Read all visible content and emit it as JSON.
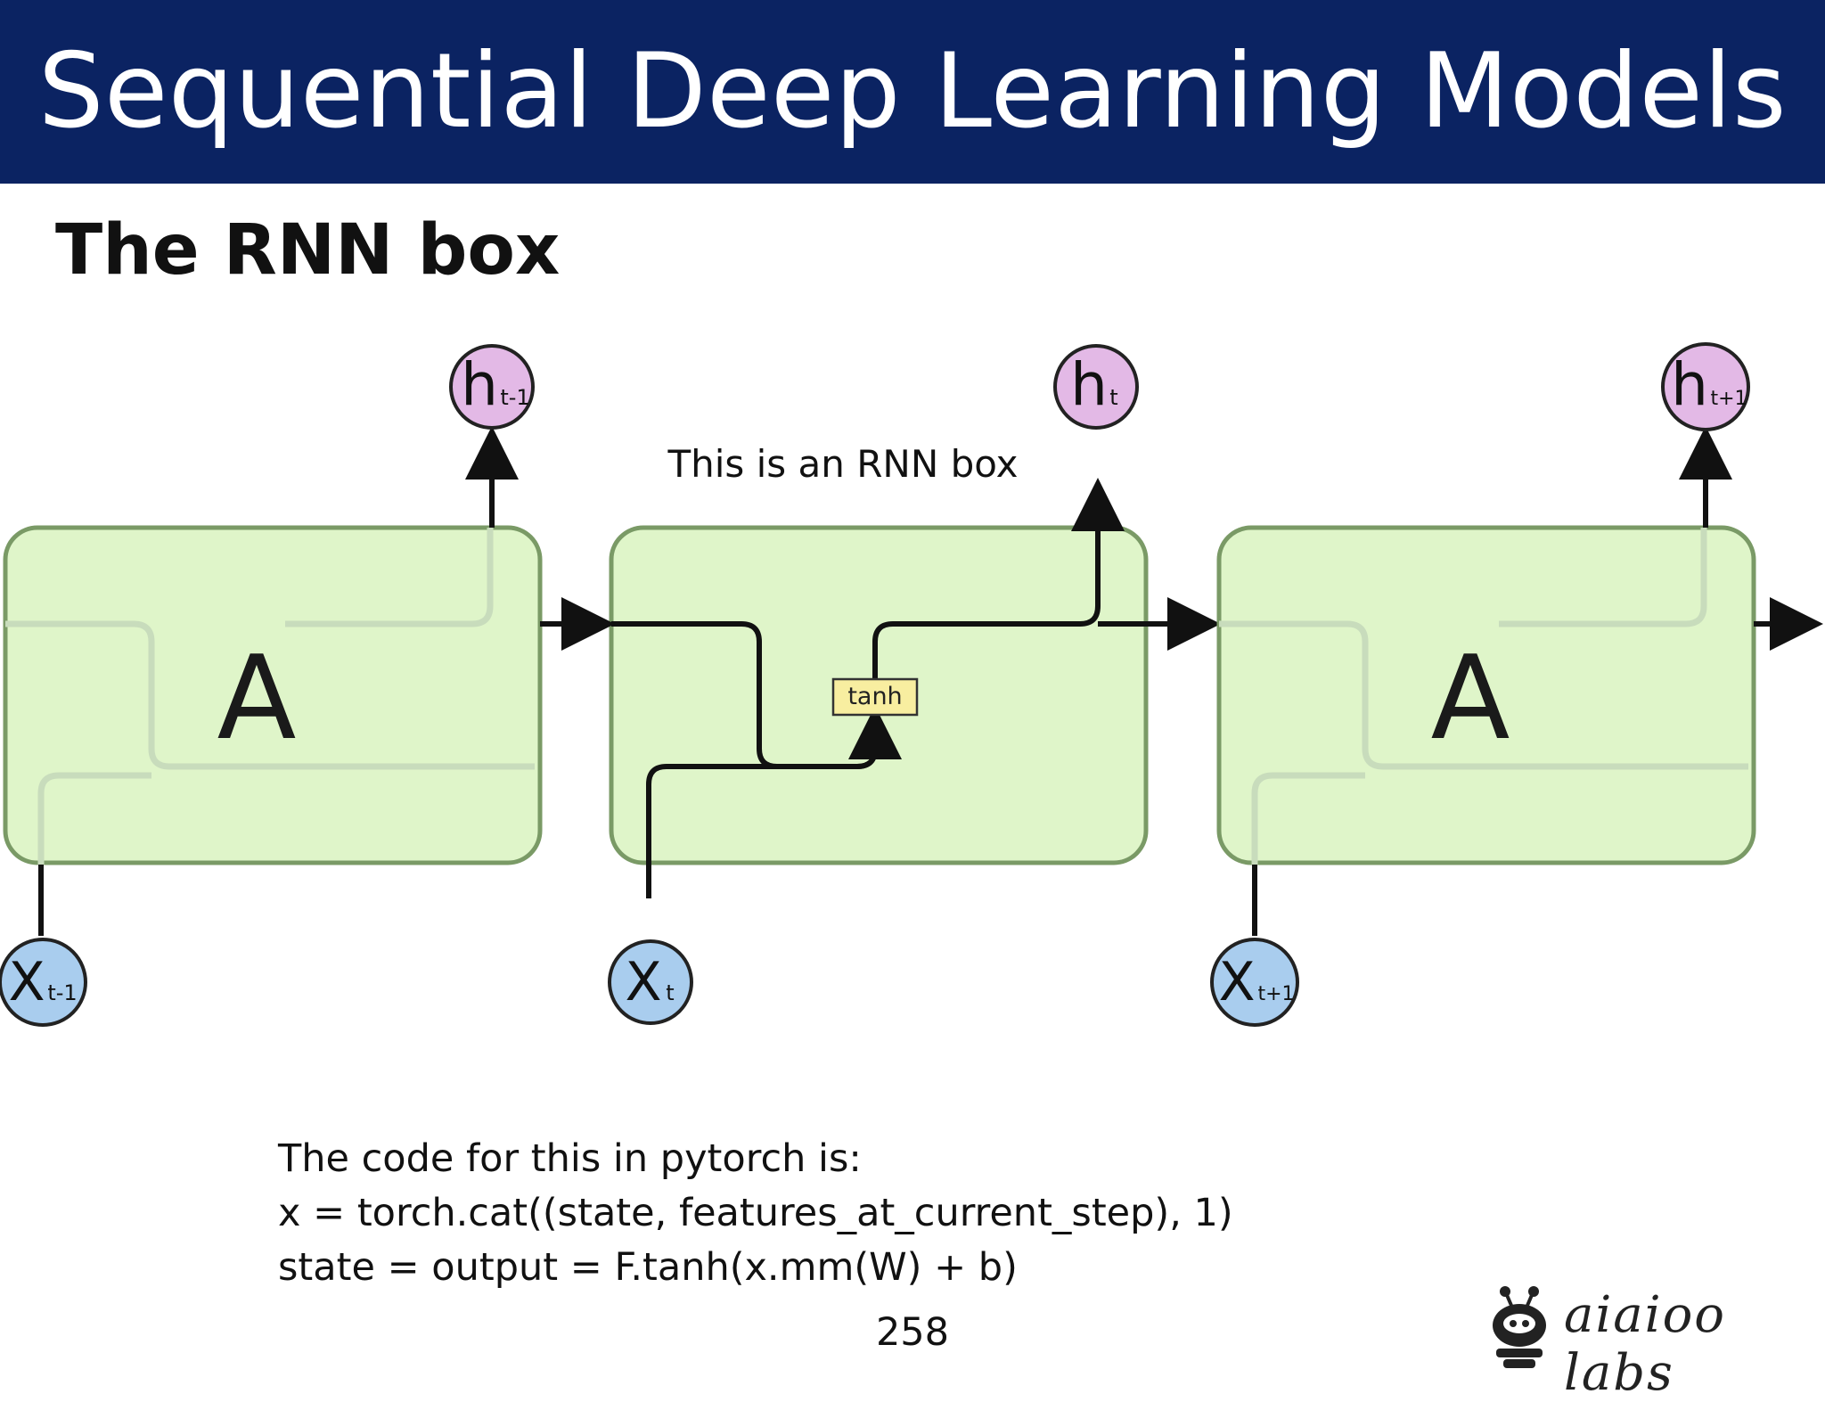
{
  "header": {
    "title": "Sequential Deep Learning Models"
  },
  "section": {
    "title": "The RNN box"
  },
  "diagram": {
    "annotation": "This is an RNN box",
    "cells": [
      {
        "label": "A"
      },
      {
        "label": "",
        "op": "tanh"
      },
      {
        "label": "A"
      }
    ],
    "outputs": [
      {
        "base": "h",
        "sub": "t-1"
      },
      {
        "base": "h",
        "sub": "t"
      },
      {
        "base": "h",
        "sub": "t+1"
      }
    ],
    "inputs": [
      {
        "base": "X",
        "sub": "t-1"
      },
      {
        "base": "X",
        "sub": "t"
      },
      {
        "base": "X",
        "sub": "t+1"
      }
    ],
    "colors": {
      "cell_fill": "#dff5c9",
      "cell_stroke": "#7a9a66",
      "output_fill": "#e3b9e6",
      "input_fill": "#a9cdee",
      "tanh_fill": "#f8eea0"
    }
  },
  "code": {
    "lines": [
      "The code for this in pytorch is:",
      "x = torch.cat((state, features_at_current_step), 1)",
      "state = output = F.tanh(x.mm(W) + b)"
    ]
  },
  "footer": {
    "page_number": "258",
    "logo_text": "aiaioo labs"
  }
}
